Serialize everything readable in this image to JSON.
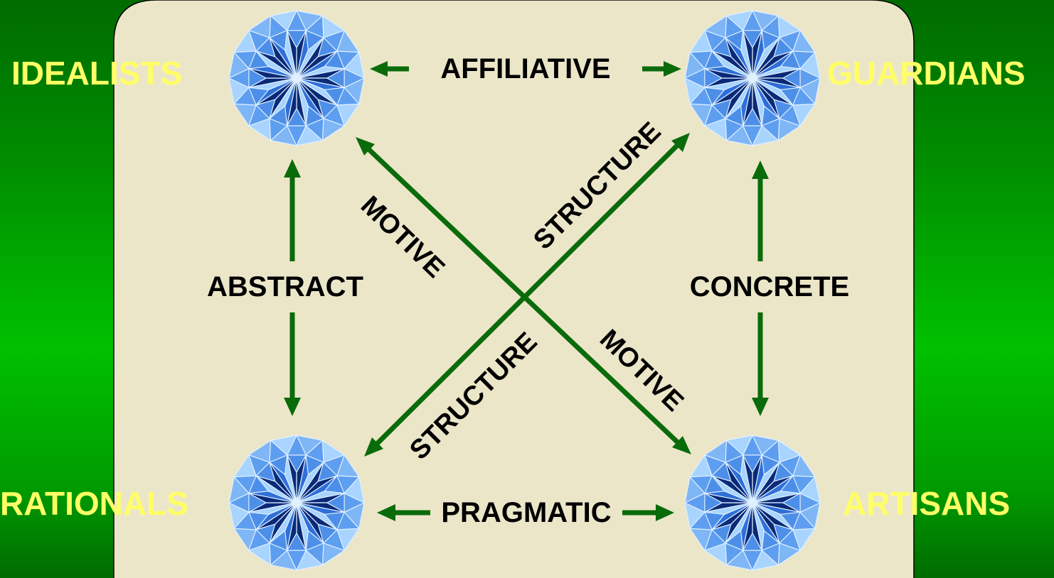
{
  "groups": {
    "top_left": "IDEALISTS",
    "top_right": "GUARDIANS",
    "bottom_left": "RATIONALS",
    "bottom_right": "ARTISANS"
  },
  "dimensions": {
    "top": "AFFILIATIVE",
    "bottom": "PRAGMATIC",
    "left": "ABSTRACT",
    "right": "CONCRETE",
    "diag_motive_upper": "MOTIVE",
    "diag_motive_lower": "MOTIVE",
    "diag_structure_upper": "STRUCTURE",
    "diag_structure_lower": "STRUCTURE"
  },
  "colors": {
    "panel": "#ece6c9",
    "arrow": "#0a6b0a",
    "group_label": "#ffff66",
    "gem_light": "#a8d4ff",
    "gem_mid": "#4d8fe8",
    "gem_dark": "#0a2a78"
  },
  "icons": {
    "gem": "diamond-gem-icon"
  }
}
